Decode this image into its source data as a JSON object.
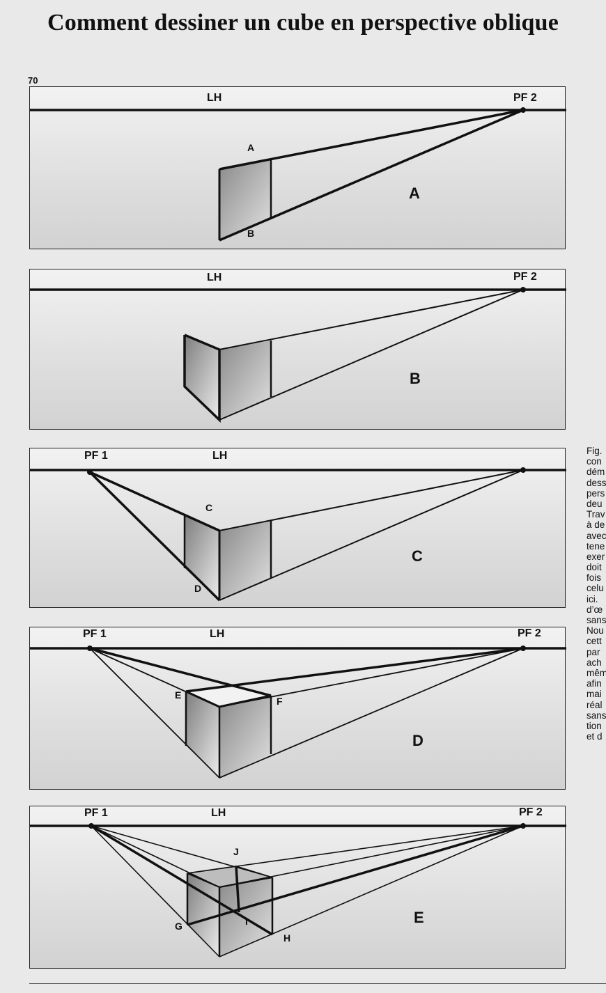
{
  "title": "Comment dessiner un cube en perspective oblique",
  "page_number": "70",
  "labels": {
    "horizon": "LH",
    "vp1": "PF 1",
    "vp2": "PF 2"
  },
  "panels": [
    {
      "letter": "A",
      "points": [
        "A",
        "B"
      ]
    },
    {
      "letter": "B",
      "points": []
    },
    {
      "letter": "C",
      "points": [
        "C",
        "D"
      ]
    },
    {
      "letter": "D",
      "points": [
        "E",
        "F"
      ]
    },
    {
      "letter": "E",
      "points": [
        "J",
        "G",
        "I",
        "H"
      ]
    }
  ],
  "sidebar_text": [
    "Fig.",
    "con",
    "dém",
    "dess",
    "pers",
    "deu",
    "Trav",
    "à de",
    "avec",
    "tene",
    "exer",
    "doit",
    "fois",
    "celu",
    "ici.",
    "d’œ",
    "sans",
    "Nou",
    "cett",
    "par",
    "ach",
    "mêm",
    "afin",
    "mai",
    "réal",
    "sans",
    "tion",
    "et d"
  ]
}
